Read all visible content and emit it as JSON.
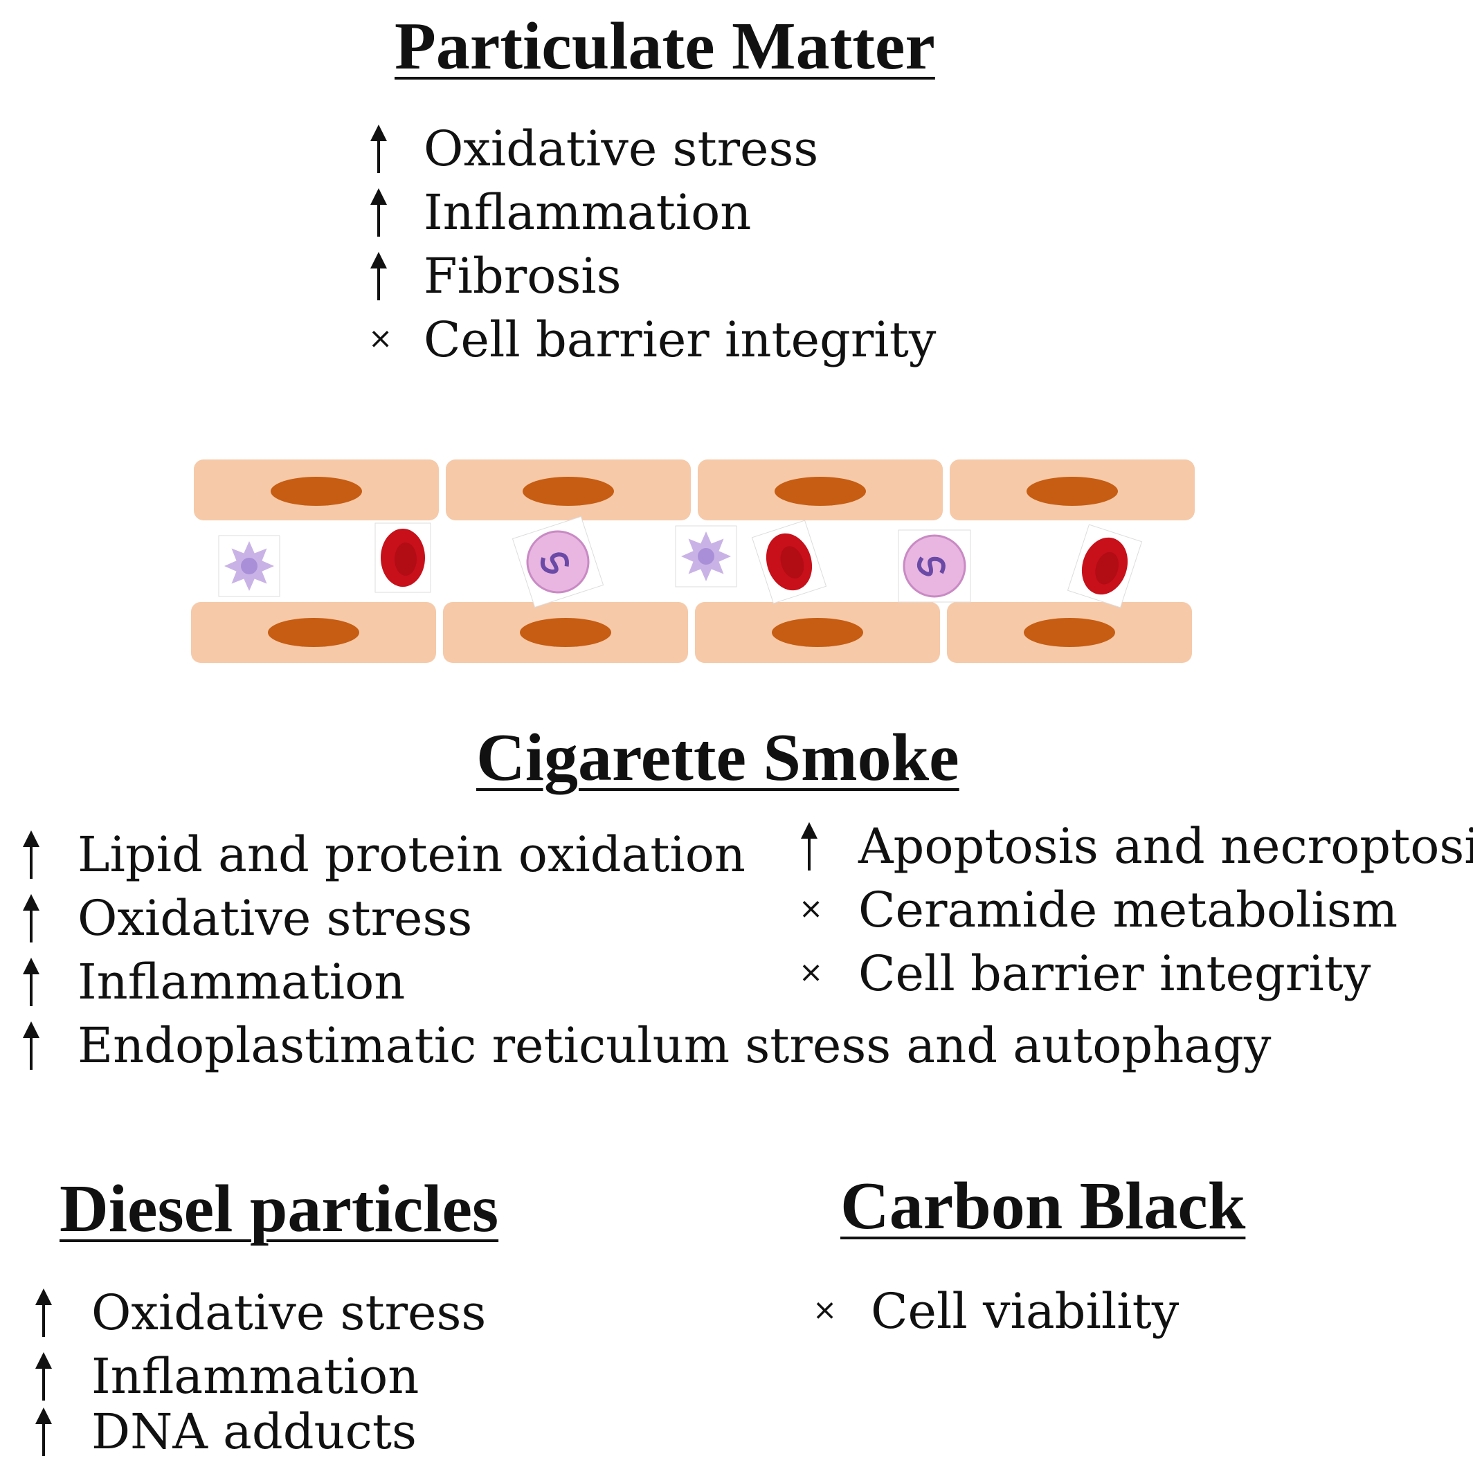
{
  "colors": {
    "cell_fill": "#f6c9a8",
    "nucleus_fill": "#c65d12",
    "red_blood_cell": "#c8101a",
    "macrophage": "#c9b3e6",
    "neutrophil": "#e8b6e0"
  },
  "sections": [
    {
      "key": "particulate_matter",
      "title": "Particulate Matter",
      "items": [
        {
          "symbol": "up-arrow",
          "text": "Oxidative stress"
        },
        {
          "symbol": "up-arrow",
          "text": "Inflammation"
        },
        {
          "symbol": "up-arrow",
          "text": "Fibrosis"
        },
        {
          "symbol": "cross",
          "text": "Cell barrier integrity"
        }
      ]
    },
    {
      "key": "cigarette_smoke",
      "title": "Cigarette Smoke",
      "items": [
        {
          "symbol": "up-arrow",
          "text": "Lipid and protein oxidation"
        },
        {
          "symbol": "up-arrow",
          "text": "Oxidative stress"
        },
        {
          "symbol": "up-arrow",
          "text": "Inflammation"
        },
        {
          "symbol": "up-arrow",
          "text": "Endoplastimatic reticulum stress and autophagy"
        },
        {
          "symbol": "up-arrow",
          "text": "Apoptosis and necroptosis"
        },
        {
          "symbol": "cross",
          "text": "Ceramide metabolism"
        },
        {
          "symbol": "cross",
          "text": "Cell barrier integrity"
        }
      ]
    },
    {
      "key": "diesel_particles",
      "title": "Diesel particles",
      "items": [
        {
          "symbol": "up-arrow",
          "text": "Oxidative stress"
        },
        {
          "symbol": "up-arrow",
          "text": "Inflammation"
        },
        {
          "symbol": "up-arrow",
          "text": "DNA adducts"
        }
      ]
    },
    {
      "key": "carbon_black",
      "title": "Carbon Black",
      "items": [
        {
          "symbol": "cross",
          "text": "Cell viability"
        }
      ]
    }
  ],
  "illustration": {
    "top_row_cells": 4,
    "bottom_row_cells": 4,
    "blood_cells": [
      "macrophage",
      "red-blood-cell",
      "neutrophil",
      "macrophage",
      "red-blood-cell",
      "neutrophil",
      "red-blood-cell"
    ]
  }
}
